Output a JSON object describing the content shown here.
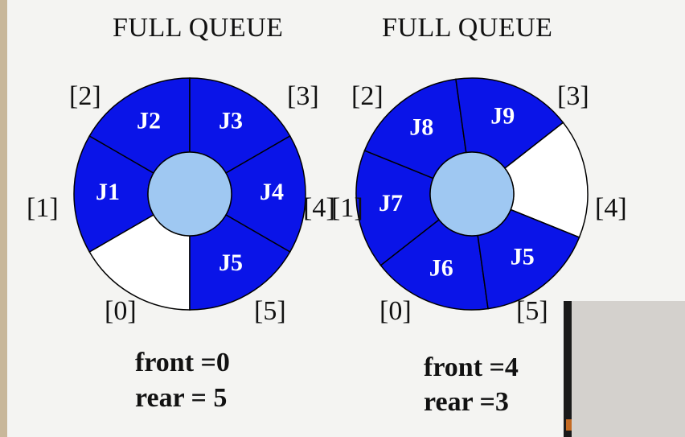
{
  "diagrams": [
    {
      "title": "FULL QUEUE",
      "slots": [
        {
          "index": "[0]",
          "job": "",
          "filled": false
        },
        {
          "index": "[1]",
          "job": "J1",
          "filled": true
        },
        {
          "index": "[2]",
          "job": "J2",
          "filled": true
        },
        {
          "index": "[3]",
          "job": "J3",
          "filled": true
        },
        {
          "index": "[4]",
          "job": "J4",
          "filled": true
        },
        {
          "index": "[5]",
          "job": "J5",
          "filled": true
        }
      ],
      "front_label": "front =0",
      "rear_label": "rear = 5"
    },
    {
      "title": "FULL QUEUE",
      "slots": [
        {
          "index": "[0]",
          "job": "J6",
          "filled": true
        },
        {
          "index": "[1]",
          "job": "J7",
          "filled": true
        },
        {
          "index": "[2]",
          "job": "J8",
          "filled": true
        },
        {
          "index": "[3]",
          "job": "J9",
          "filled": true
        },
        {
          "index": "[4]",
          "job": "",
          "filled": false
        },
        {
          "index": "[5]",
          "job": "J5",
          "filled": true
        }
      ],
      "front_label": "front =4",
      "rear_label": "rear =3"
    }
  ],
  "colors": {
    "filled": "#0a14e8",
    "empty": "#ffffff",
    "hub": "#9fc8f2"
  }
}
